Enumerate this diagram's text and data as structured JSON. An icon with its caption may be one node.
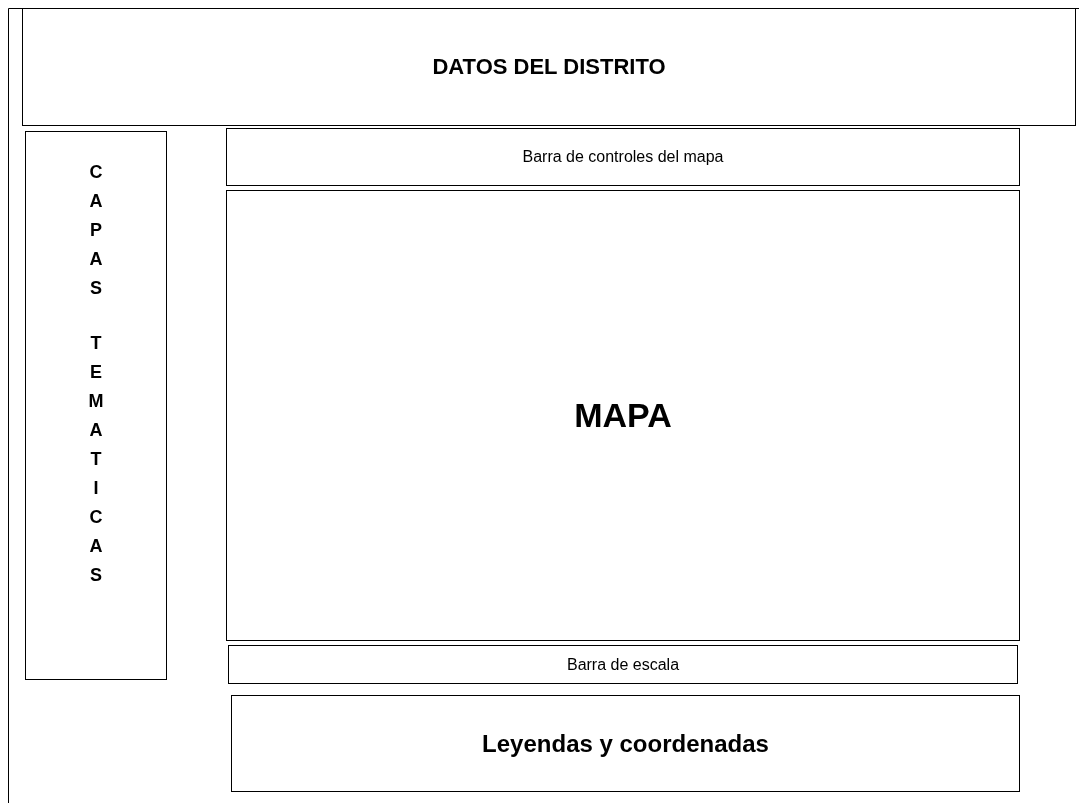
{
  "diagram": {
    "nodes": [
      {
        "text": [
          "DATOS DEL DISTRITO"
        ]
      },
      {
        "text": [
          "CAPAS TEMATICAS"
        ]
      },
      {
        "text": [
          "Barra de controles del mapa"
        ]
      },
      {
        "text": [
          "MAPA"
        ]
      },
      {
        "text": [
          "Barra de escala"
        ]
      },
      {
        "text": [
          "Leyendas y coordenadas"
        ]
      }
    ]
  }
}
